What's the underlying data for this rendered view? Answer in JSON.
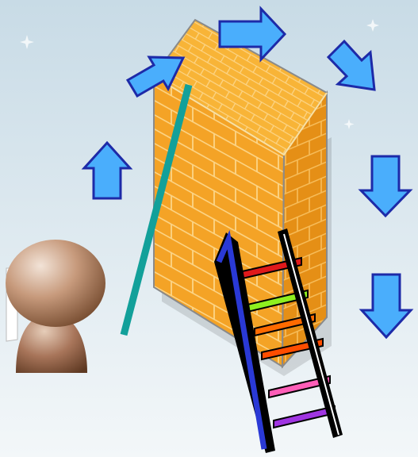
{
  "scene": {
    "kind": "clip-art illustration",
    "background": [
      "#c8dbe6",
      "#f3f7f9"
    ],
    "elements": {
      "brick_wall": {
        "icon": "brick-wall",
        "colors": [
          "#f7a824",
          "#e08d14",
          "#b9690a",
          "#fbd27a"
        ]
      },
      "person": {
        "icon": "person-silhouette",
        "colors": [
          "#8a5a3b",
          "#d8b9a2"
        ]
      },
      "climbing_rope": {
        "icon": "rope",
        "color": "#12a09a"
      },
      "ladder": {
        "icon": "ladder",
        "rail_colors": [
          "#2a39d6",
          "#000000"
        ],
        "rung_colors": [
          "#e0191b",
          "#8ef01f",
          "#ff6a00",
          "#ff4d00",
          "#ff5eb8",
          "#a035e2"
        ]
      },
      "arrows": {
        "icon": "arrow",
        "fill": "#4aaefc",
        "stroke": "#1d2aa8",
        "directions": [
          "up",
          "up-right",
          "right",
          "down-right",
          "down",
          "down"
        ]
      }
    }
  }
}
